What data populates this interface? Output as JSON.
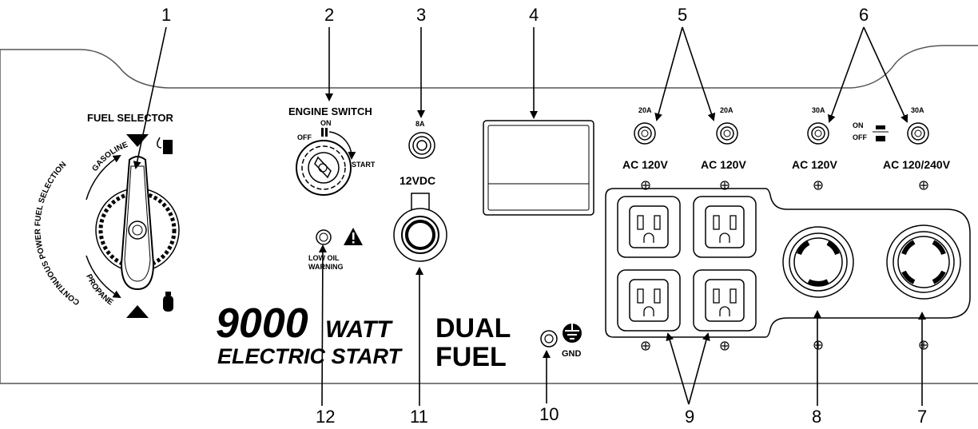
{
  "callouts": [
    "1",
    "2",
    "3",
    "4",
    "5",
    "6",
    "7",
    "8",
    "9",
    "10",
    "11",
    "12"
  ],
  "fuel_selector": {
    "title": "FUEL SELECTOR",
    "gasoline": "GASOLINE",
    "propane": "PROPANE",
    "arc_label": "CONTINUOUS POWER FUEL SELECTION"
  },
  "engine_switch": {
    "title": "ENGINE SWITCH",
    "on": "ON",
    "off": "OFF",
    "start": "START"
  },
  "breaker_8a": "8A",
  "dc_outlet": "12VDC",
  "low_oil": {
    "line1": "LOW OIL",
    "line2": "WARNING"
  },
  "breakers": [
    {
      "rating": "20A",
      "label": "AC 120V"
    },
    {
      "rating": "20A",
      "label": "AC 120V"
    },
    {
      "rating": "30A",
      "label": "AC 120V"
    },
    {
      "rating": "30A",
      "label": "AC 120/240V"
    }
  ],
  "switch_on": "ON",
  "switch_off": "OFF",
  "branding": {
    "watts": "9000",
    "watt_word": "WATT",
    "electric_start": "ELECTRIC START",
    "dual": "DUAL",
    "fuel": "FUEL"
  },
  "ground": "GND",
  "icons": [
    "warning-triangle-icon",
    "fuel-pump-icon",
    "propane-tank-icon",
    "ground-symbol-icon",
    "key-icon"
  ]
}
